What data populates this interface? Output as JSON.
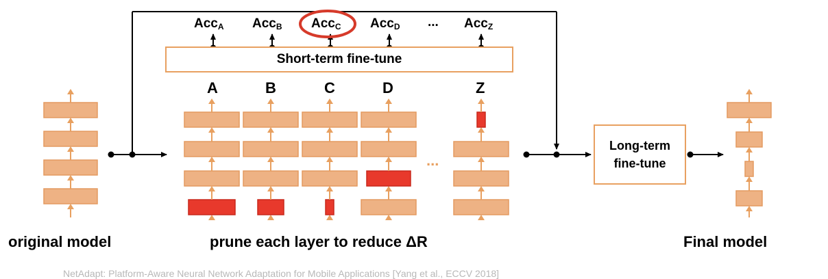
{
  "accuracy_labels": [
    {
      "text": "Acc",
      "sub": "A"
    },
    {
      "text": "Acc",
      "sub": "B"
    },
    {
      "text": "Acc",
      "sub": "C"
    },
    {
      "text": "Acc",
      "sub": "D"
    },
    {
      "text": "...",
      "sub": ""
    },
    {
      "text": "Acc",
      "sub": "Z"
    }
  ],
  "short_term_label": "Short-term fine-tune",
  "long_term_label_line1": "Long-term",
  "long_term_label_line2": "fine-tune",
  "column_labels": [
    "A",
    "B",
    "C",
    "D",
    "Z"
  ],
  "ellipsis": "...",
  "original_model_label": "original model",
  "prune_label": "prune each layer to reduce ΔR",
  "final_model_label": "Final model",
  "citation": "NetAdapt: Platform-Aware Neural Network Adaptation for Mobile Applications [Yang et al., ECCV 2018]",
  "colors": {
    "layer": "#eeb284",
    "layer_border": "#e39a60",
    "pruned": "#e8392c",
    "arrow": "#e8a060",
    "highlight": "#d63a2a"
  }
}
